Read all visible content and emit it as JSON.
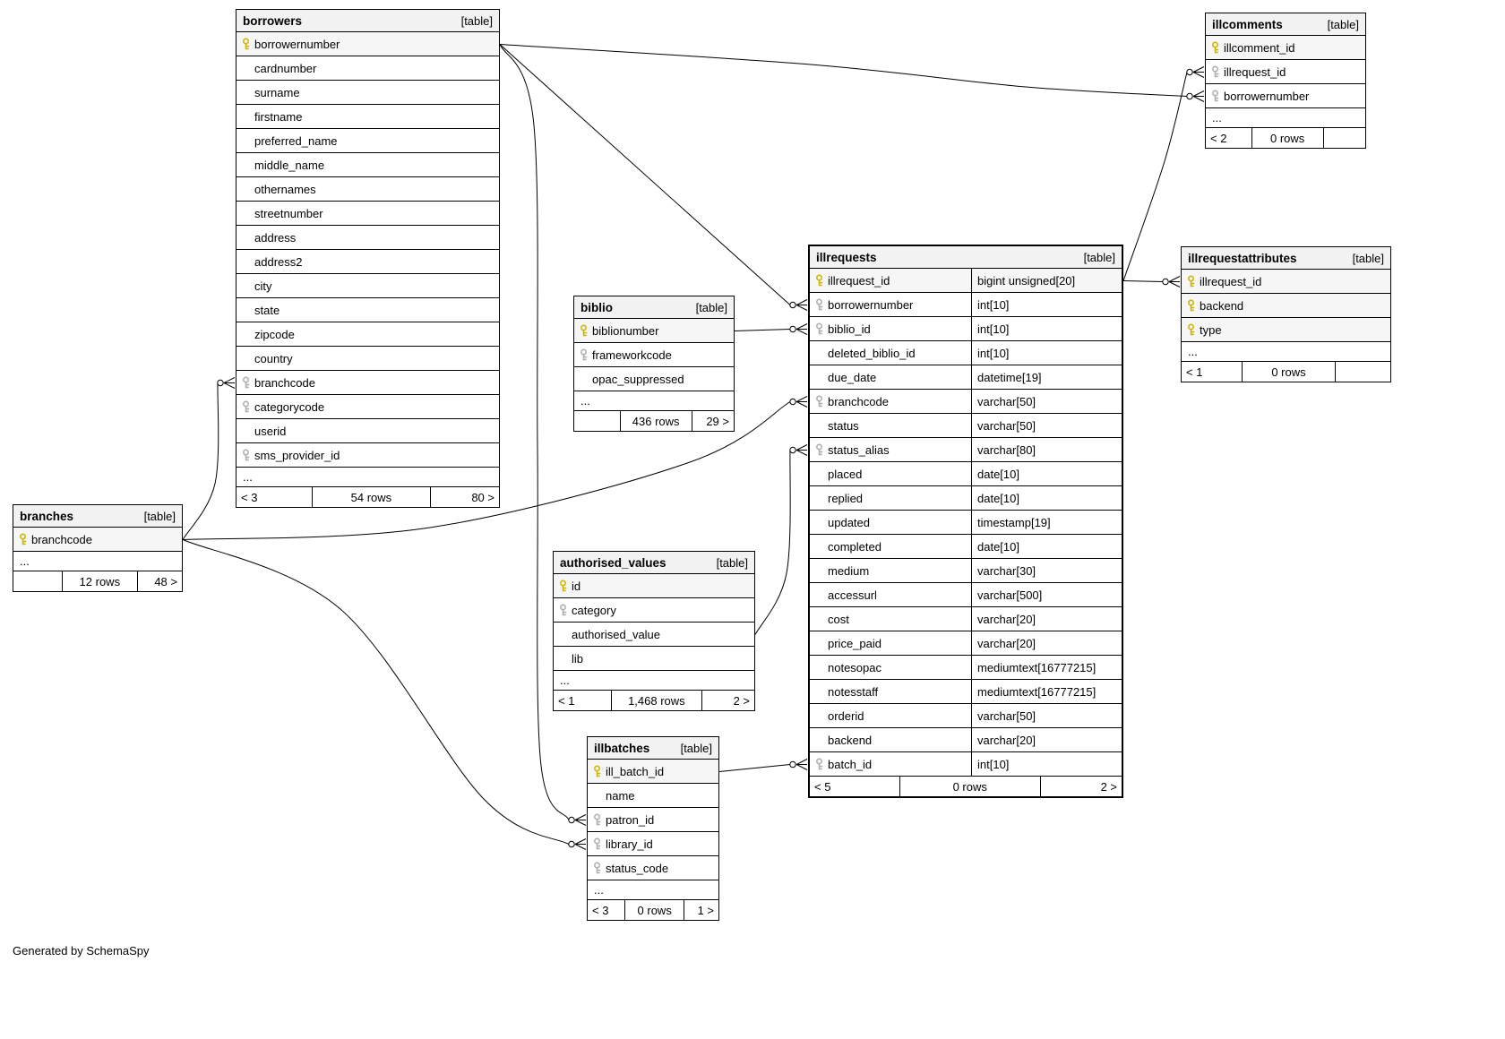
{
  "footer_note": "Generated by SchemaSpy",
  "colors": {
    "primary_key": "#cdb50a",
    "foreign_key": "#b0b0b0",
    "edge": "#000000",
    "header_bg": "#f2f2f2"
  },
  "tables": [
    {
      "id": "borrowers",
      "name": "borrowers",
      "badge": "[table]",
      "columns": [
        {
          "name": "borrowernumber",
          "key": "pk"
        },
        {
          "name": "cardnumber"
        },
        {
          "name": "surname"
        },
        {
          "name": "firstname"
        },
        {
          "name": "preferred_name"
        },
        {
          "name": "middle_name"
        },
        {
          "name": "othernames"
        },
        {
          "name": "streetnumber"
        },
        {
          "name": "address"
        },
        {
          "name": "address2"
        },
        {
          "name": "city"
        },
        {
          "name": "state"
        },
        {
          "name": "zipcode"
        },
        {
          "name": "country"
        },
        {
          "name": "branchcode",
          "key": "fk"
        },
        {
          "name": "categorycode",
          "key": "fk"
        },
        {
          "name": "userid"
        },
        {
          "name": "sms_provider_id",
          "key": "fk"
        },
        {
          "name": "..."
        }
      ],
      "footer": {
        "left": "< 3",
        "rows": "54 rows",
        "right": "80 >"
      }
    },
    {
      "id": "branches",
      "name": "branches",
      "badge": "[table]",
      "columns": [
        {
          "name": "branchcode",
          "key": "pk"
        },
        {
          "name": "..."
        }
      ],
      "footer": {
        "left": "",
        "rows": "12 rows",
        "right": "48 >"
      }
    },
    {
      "id": "biblio",
      "name": "biblio",
      "badge": "[table]",
      "columns": [
        {
          "name": "biblionumber",
          "key": "pk"
        },
        {
          "name": "frameworkcode",
          "key": "fk"
        },
        {
          "name": "opac_suppressed"
        },
        {
          "name": "..."
        }
      ],
      "footer": {
        "left": "",
        "rows": "436 rows",
        "right": "29 >"
      }
    },
    {
      "id": "authorised_values",
      "name": "authorised_values",
      "badge": "[table]",
      "columns": [
        {
          "name": "id",
          "key": "pk"
        },
        {
          "name": "category",
          "key": "fk"
        },
        {
          "name": "authorised_value"
        },
        {
          "name": "lib"
        },
        {
          "name": "..."
        }
      ],
      "footer": {
        "left": "< 1",
        "rows": "1,468 rows",
        "right": "2 >"
      }
    },
    {
      "id": "illbatches",
      "name": "illbatches",
      "badge": "[table]",
      "columns": [
        {
          "name": "ill_batch_id",
          "key": "pk"
        },
        {
          "name": "name"
        },
        {
          "name": "patron_id",
          "key": "fk"
        },
        {
          "name": "library_id",
          "key": "fk"
        },
        {
          "name": "status_code",
          "key": "fk"
        },
        {
          "name": "..."
        }
      ],
      "footer": {
        "left": "< 3",
        "rows": "0 rows",
        "right": "1 >"
      }
    },
    {
      "id": "illrequests",
      "name": "illrequests",
      "badge": "[table]",
      "columns": [
        {
          "name": "illrequest_id",
          "key": "pk",
          "type": "bigint unsigned[20]"
        },
        {
          "name": "borrowernumber",
          "key": "fk",
          "type": "int[10]"
        },
        {
          "name": "biblio_id",
          "key": "fk",
          "type": "int[10]"
        },
        {
          "name": "deleted_biblio_id",
          "type": "int[10]"
        },
        {
          "name": "due_date",
          "type": "datetime[19]"
        },
        {
          "name": "branchcode",
          "key": "fk",
          "type": "varchar[50]"
        },
        {
          "name": "status",
          "type": "varchar[50]"
        },
        {
          "name": "status_alias",
          "key": "fk",
          "type": "varchar[80]"
        },
        {
          "name": "placed",
          "type": "date[10]"
        },
        {
          "name": "replied",
          "type": "date[10]"
        },
        {
          "name": "updated",
          "type": "timestamp[19]"
        },
        {
          "name": "completed",
          "type": "date[10]"
        },
        {
          "name": "medium",
          "type": "varchar[30]"
        },
        {
          "name": "accessurl",
          "type": "varchar[500]"
        },
        {
          "name": "cost",
          "type": "varchar[20]"
        },
        {
          "name": "price_paid",
          "type": "varchar[20]"
        },
        {
          "name": "notesopac",
          "type": "mediumtext[16777215]"
        },
        {
          "name": "notesstaff",
          "type": "mediumtext[16777215]"
        },
        {
          "name": "orderid",
          "type": "varchar[50]"
        },
        {
          "name": "backend",
          "type": "varchar[20]"
        },
        {
          "name": "batch_id",
          "key": "fk",
          "type": "int[10]"
        }
      ],
      "footer": {
        "left": "< 5",
        "rows": "0 rows",
        "right": "2 >"
      }
    },
    {
      "id": "illcomments",
      "name": "illcomments",
      "badge": "[table]",
      "columns": [
        {
          "name": "illcomment_id",
          "key": "pk"
        },
        {
          "name": "illrequest_id",
          "key": "fk"
        },
        {
          "name": "borrowernumber",
          "key": "fk"
        },
        {
          "name": "..."
        }
      ],
      "footer": {
        "left": "< 2",
        "rows": "0 rows",
        "right": ""
      }
    },
    {
      "id": "illrequestattributes",
      "name": "illrequestattributes",
      "badge": "[table]",
      "columns": [
        {
          "name": "illrequest_id",
          "key": "pk"
        },
        {
          "name": "backend",
          "key": "pk"
        },
        {
          "name": "type",
          "key": "pk"
        },
        {
          "name": "..."
        }
      ],
      "footer": {
        "left": "< 1",
        "rows": "0 rows",
        "right": ""
      }
    }
  ],
  "relationships": [
    {
      "from": "borrowers.borrowernumber",
      "to": "illrequests.borrowernumber"
    },
    {
      "from": "borrowers.borrowernumber",
      "to": "illcomments.borrowernumber"
    },
    {
      "from": "borrowers.borrowernumber",
      "to": "illbatches.patron_id"
    },
    {
      "from": "branches.branchcode",
      "to": "borrowers.branchcode"
    },
    {
      "from": "branches.branchcode",
      "to": "illrequests.branchcode"
    },
    {
      "from": "branches.branchcode",
      "to": "illbatches.library_id"
    },
    {
      "from": "biblio.biblionumber",
      "to": "illrequests.biblio_id"
    },
    {
      "from": "authorised_values.authorised_value",
      "to": "illrequests.status_alias"
    },
    {
      "from": "illbatches.ill_batch_id",
      "to": "illrequests.batch_id"
    },
    {
      "from": "illrequests.illrequest_id",
      "to": "illrequestattributes.illrequest_id"
    },
    {
      "from": "illrequests.illrequest_id",
      "to": "illcomments.illrequest_id"
    }
  ]
}
